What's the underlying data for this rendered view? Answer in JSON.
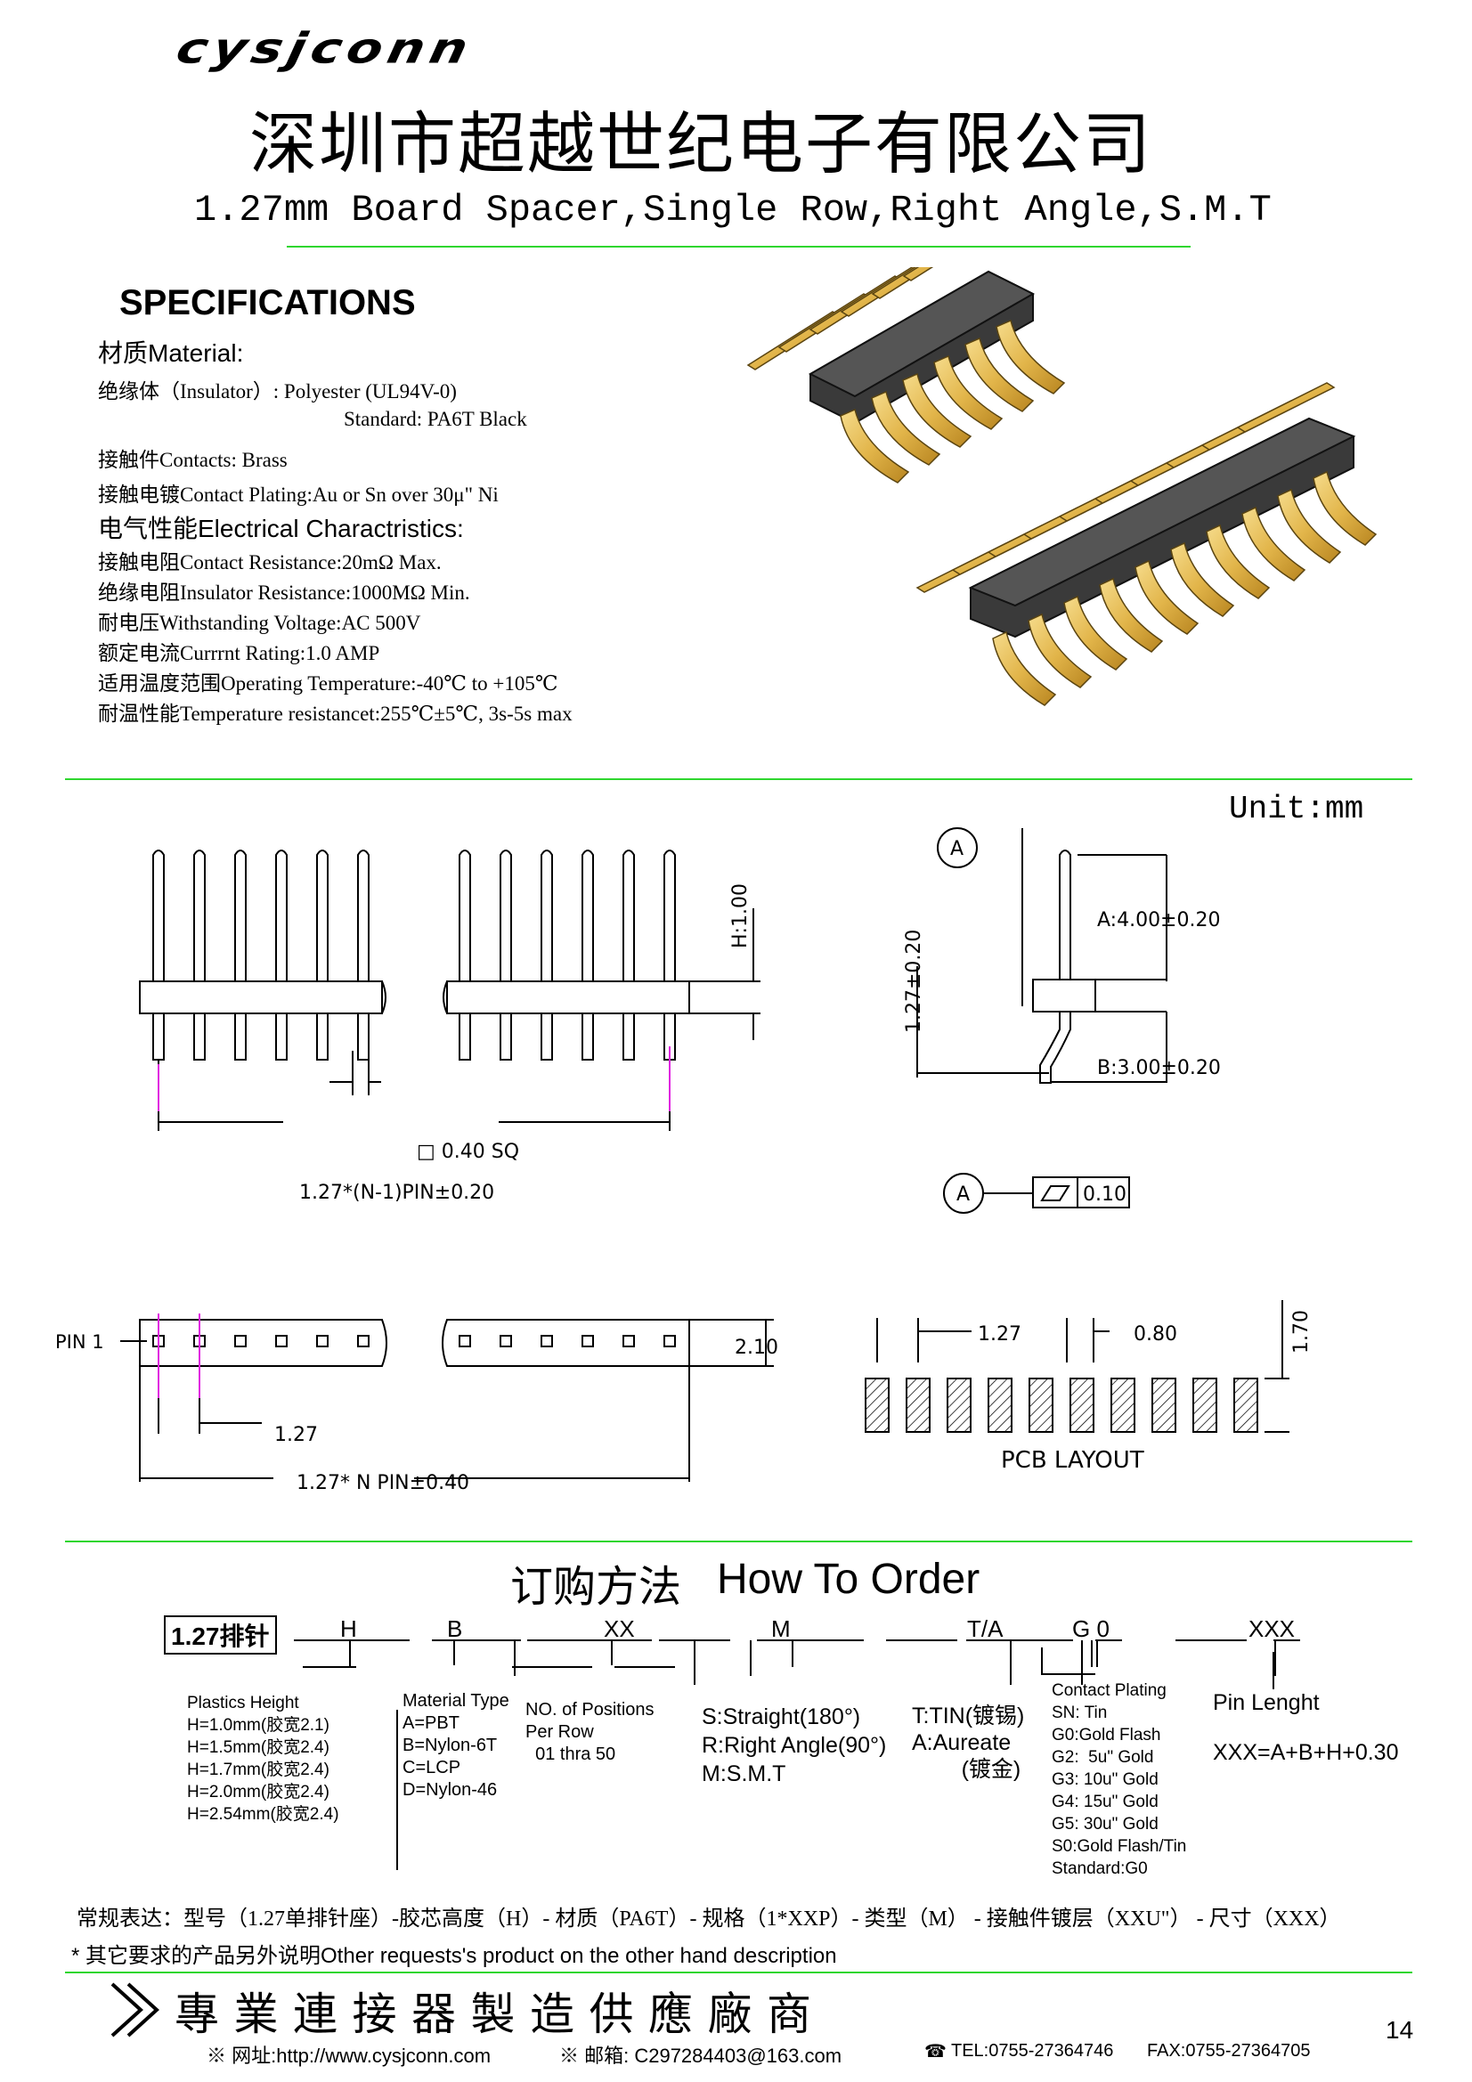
{
  "header": {
    "logo": "cysjconn",
    "company_cn": "深圳市超越世纪电子有限公司",
    "product_title": "1.27mm Board Spacer,Single Row,Right Angle,S.M.T"
  },
  "specs": {
    "heading": "SPECIFICATIONS",
    "material_heading": "材质Material:",
    "insulator": "绝缘体（Insulator）:  Polyester (UL94V-0)",
    "insulator_std": "Standard: PA6T Black",
    "contacts": "接触件Contacts: Brass",
    "plating": "接触电镀Contact Plating:Au or Sn over 30μ\" Ni",
    "electrical_heading": "电气性能Electrical Charactristics:",
    "resistance": "接触电阻Contact Resistance:20mΩ Max.",
    "insulation": "绝缘电阻Insulator Resistance:1000MΩ Min.",
    "voltage": "耐电压Withstanding Voltage:AC 500V",
    "current": "额定电流Currrnt Rating:1.0 AMP",
    "temp": "适用温度范围Operating Temperature:-40℃ to +105℃",
    "temp_resist": "耐温性能Temperature resistancet:255℃±5℃, 3s-5s max"
  },
  "drawing": {
    "unit": "Unit:mm",
    "h_label": "H:1.00",
    "sq_label": "□ 0.40  SQ",
    "pitch_label": "1.27*(N-1)PIN±0.20",
    "datum": "A",
    "dim_a": "A:4.00±0.20",
    "dim_b": "B:3.00±0.20",
    "dim_127": "1.27±0.20",
    "flatness": "0.10",
    "pin1": "PIN 1",
    "width_210": "2.10",
    "pitch_127": "1.27",
    "total_label": "1.27*  N    PIN±0.40",
    "pcb_127": "1.27",
    "pcb_080": "0.80",
    "pcb_170": "1.70",
    "pcb_layout": "PCB LAYOUT"
  },
  "order": {
    "title_cn": "订购方法",
    "title_en": "How To Order",
    "part": "1.27排针",
    "codes": [
      "H",
      "B",
      "XX",
      "M",
      "T/A",
      "G 0",
      "XXX"
    ],
    "height_box": "Plastics Height\nH=1.0mm(胶宽2.1)\nH=1.5mm(胶宽2.4)\nH=1.7mm(胶宽2.4)\nH=2.0mm(胶宽2.4)\nH=2.54mm(胶宽2.4)",
    "material_box": "Material Type\nA=PBT\nB=Nylon-6T\nC=LCP\nD=Nylon-46",
    "positions_box": "NO. of Positions\nPer Row\n  01 thra 50",
    "type_box": "S:Straight(180°)\nR:Right Angle(90°)\nM:S.M.T",
    "tin_box": "T:TIN(镀锡)\nA:Aureate\n        (镀金)",
    "plating_box": "Contact Plating\nSN: Tin\nG0:Gold Flash\nG2:  5u\" Gold\nG3: 10u\" Gold\nG4: 15u\" Gold\nG5: 30u\" Gold\nS0:Gold Flash/Tin\nStandard:G0",
    "length_box": "Pin Lenght\n\nXXX=A+B+H+0.30",
    "example": "常规表达：型号（1.27单排针座）-胶芯高度（H）- 材质（PA6T）- 规格（1*XXP）- 类型（M） - 接触件镀层（XXU\"） - 尺寸（XXX）",
    "note": "* 其它要求的产品另外说明Other requests's product on the other hand description"
  },
  "footer": {
    "slogan": "專 業 連 接 器 製 造 供 應 廠 商",
    "website": "※ 网址:http://www.cysjconn.com",
    "email": "※ 邮箱:  C297284403@163.com",
    "tel": "TEL:0755-27364746",
    "fax": "FAX:0755-27364705",
    "page": "14"
  }
}
